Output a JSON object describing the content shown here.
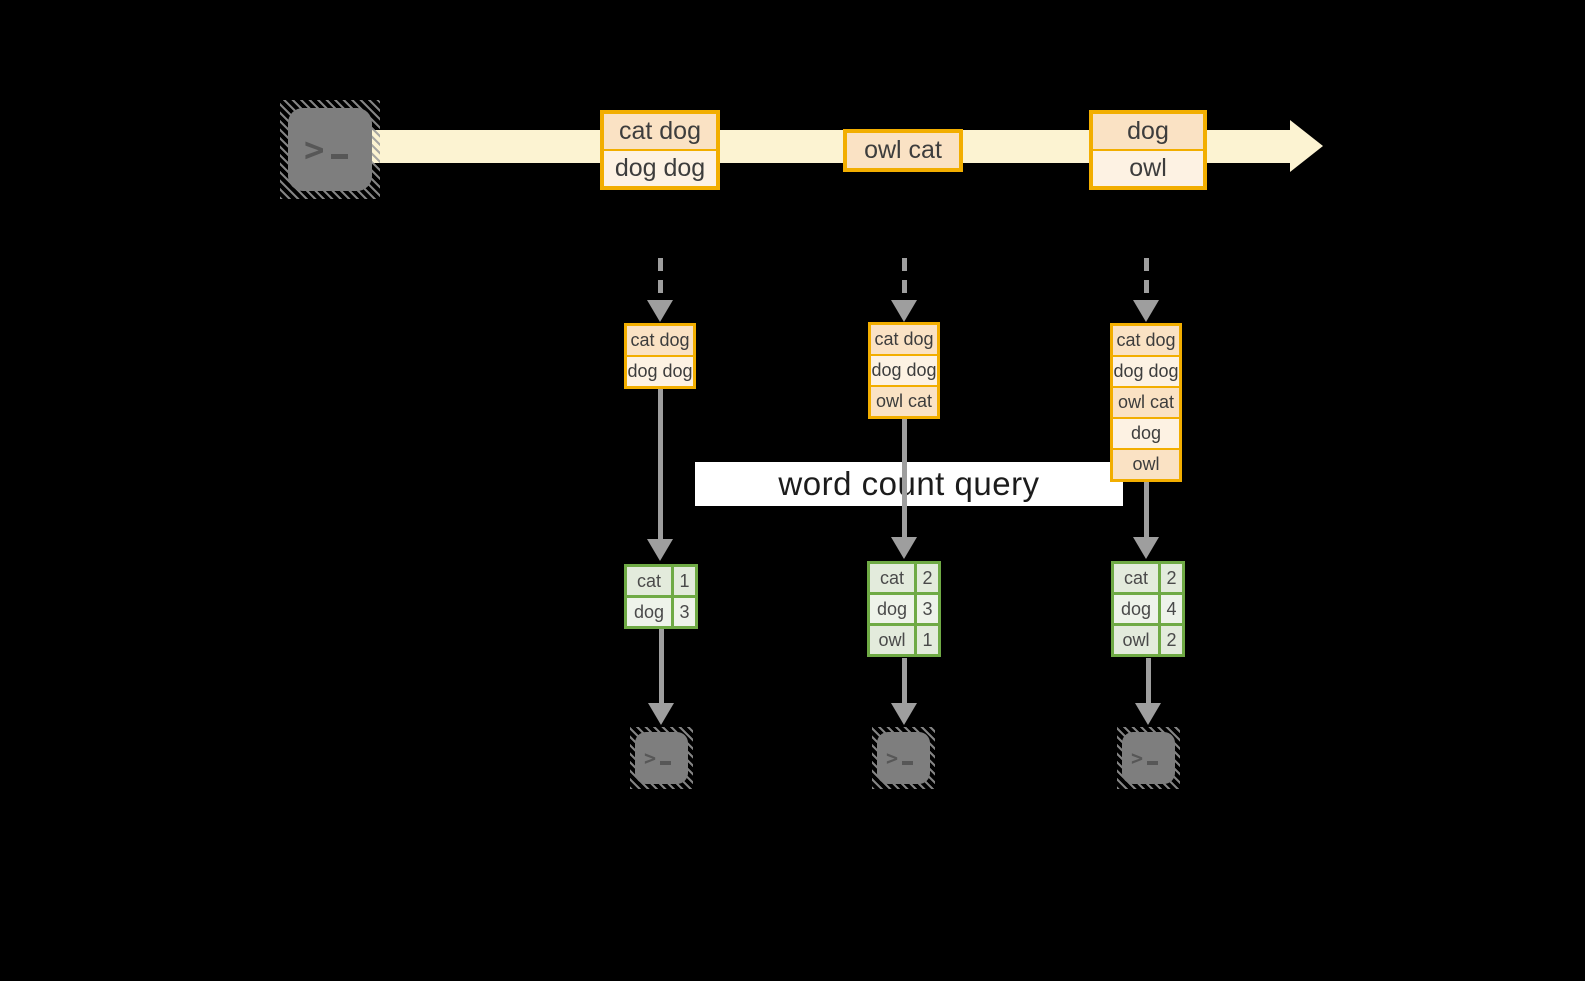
{
  "colors": {
    "accent_gold": "#f2ae00",
    "record_fill_dark": "#fae2c4",
    "record_fill_light": "#fdf2e3",
    "stream_band": "#fcf3d2",
    "green_border": "#6faa45",
    "green_cell_dark": "#e3ebdc",
    "green_cell_light": "#eef3ea",
    "arrow_gray": "#9e9e9e",
    "terminal_gray": "#7e7e7e",
    "text_dark": "#3d3d3d",
    "query_band_bg": "#ffffff"
  },
  "source_terminal": {
    "prompt": ">"
  },
  "stream": {
    "records": [
      {
        "lines": [
          "cat dog",
          "dog dog"
        ]
      },
      {
        "lines": [
          "owl cat"
        ]
      },
      {
        "lines": [
          "dog",
          "owl"
        ]
      }
    ]
  },
  "query": {
    "label": "word count query"
  },
  "pipelines": [
    {
      "buffered_records": [
        "cat dog",
        "dog dog"
      ],
      "counts": [
        {
          "word": "cat",
          "count": "1"
        },
        {
          "word": "dog",
          "count": "3"
        }
      ],
      "terminal_prompt": ">"
    },
    {
      "buffered_records": [
        "cat dog",
        "dog dog",
        "owl cat"
      ],
      "counts": [
        {
          "word": "cat",
          "count": "2"
        },
        {
          "word": "dog",
          "count": "3"
        },
        {
          "word": "owl",
          "count": "1"
        }
      ],
      "terminal_prompt": ">"
    },
    {
      "buffered_records": [
        "cat dog",
        "dog dog",
        "owl cat",
        "dog",
        "owl"
      ],
      "counts": [
        {
          "word": "cat",
          "count": "2"
        },
        {
          "word": "dog",
          "count": "4"
        },
        {
          "word": "owl",
          "count": "2"
        }
      ],
      "terminal_prompt": ">"
    }
  ]
}
